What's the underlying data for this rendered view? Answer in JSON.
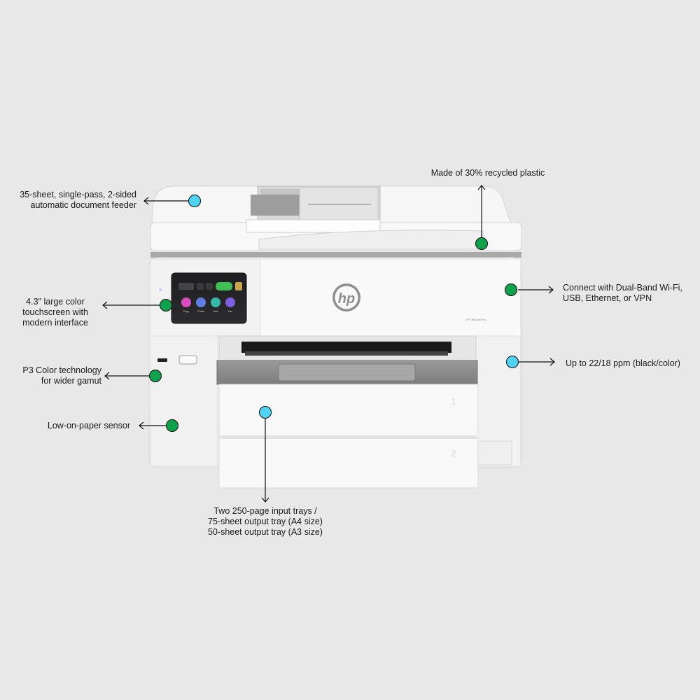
{
  "colors": {
    "background": "#e8e8e8",
    "dot_green": "#0fa24d",
    "dot_blue": "#4fd3f3",
    "printer_body": "#f4f4f4",
    "printer_grey": "#8c8c8c"
  },
  "printer": {
    "brand_logo": "hp",
    "model_text": "HP OfficeJet Pro",
    "screen_apps": [
      "Copy",
      "Photo",
      "Jobs",
      "Fax"
    ]
  },
  "callouts": {
    "adf": {
      "text": "35-sheet, single-pass, 2-sided\nautomatic document feeder",
      "dot": "blue"
    },
    "recycled": {
      "text": "Made of 30% recycled plastic",
      "dot": "green"
    },
    "touchscreen": {
      "text": "4.3\" large color\ntouchscreen with\nmodern interface",
      "dot": "green"
    },
    "connect": {
      "text": "Connect with Dual-Band Wi-Fi,\nUSB, Ethernet, or VPN",
      "dot": "green"
    },
    "p3color": {
      "text": "P3 Color technology\nfor wider gamut",
      "dot": "green"
    },
    "speed": {
      "text": "Up to 22/18 ppm (black/color)",
      "dot": "blue"
    },
    "sensor": {
      "text": "Low-on-paper sensor",
      "dot": "green"
    },
    "trays": {
      "text": "Two 250-page input trays /\n75-sheet output tray (A4 size)\n50-sheet output tray (A3 size)",
      "dot": "blue"
    }
  }
}
